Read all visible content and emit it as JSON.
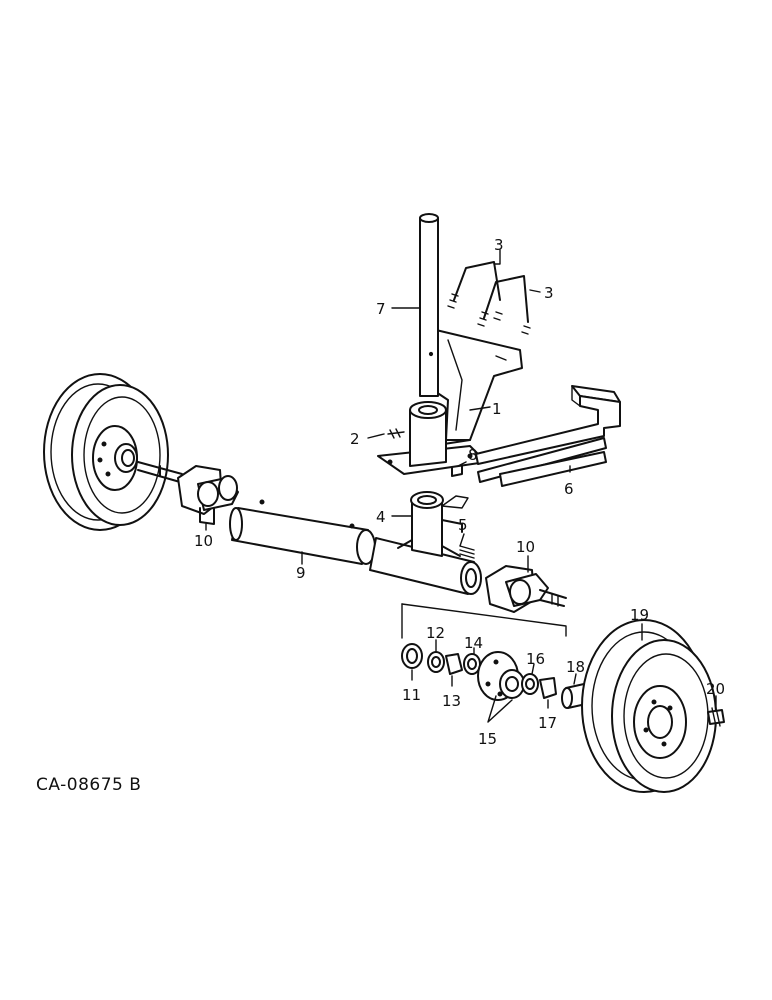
{
  "figure_id": "CA-08675 B",
  "callouts": {
    "c1": "1",
    "c2": "2",
    "c3a": "3",
    "c3b": "3",
    "c4": "4",
    "c5": "5",
    "c6": "6",
    "c7": "7",
    "c8": "8",
    "c9": "9",
    "c10a": "10",
    "c10b": "10",
    "c11": "11",
    "c12": "12",
    "c13": "13",
    "c14": "14",
    "c15": "15",
    "c16": "16",
    "c17": "17",
    "c18": "18",
    "c19": "19",
    "c20": "20"
  }
}
